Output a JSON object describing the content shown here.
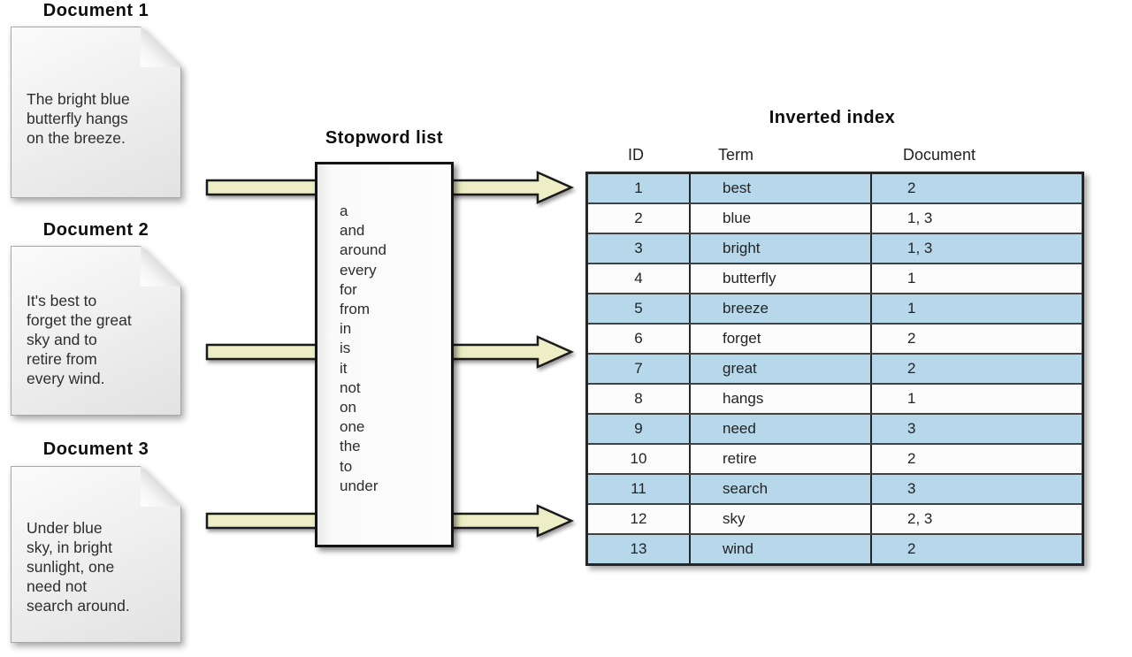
{
  "documents": [
    {
      "label": "Document 1",
      "lines": [
        "The bright blue",
        "butterfly hangs",
        "on the breeze."
      ]
    },
    {
      "label": "Document 2",
      "lines": [
        "It's best to",
        "forget the great",
        "sky and to",
        "retire from",
        "every wind."
      ]
    },
    {
      "label": "Document 3",
      "lines": [
        "Under blue",
        "sky, in bright",
        "sunlight, one",
        "need not",
        "search around."
      ]
    }
  ],
  "stopword_list": {
    "title": "Stopword list",
    "words": [
      "a",
      "and",
      "around",
      "every",
      "for",
      "from",
      "in",
      "is",
      "it",
      "not",
      "on",
      "one",
      "the",
      "to",
      "under"
    ]
  },
  "inverted_index": {
    "title": "Inverted index",
    "columns": [
      "ID",
      "Term",
      "Document"
    ],
    "rows": [
      {
        "id": "1",
        "term": "best",
        "document": "2"
      },
      {
        "id": "2",
        "term": "blue",
        "document": "1, 3"
      },
      {
        "id": "3",
        "term": "bright",
        "document": "1, 3"
      },
      {
        "id": "4",
        "term": "butterfly",
        "document": "1"
      },
      {
        "id": "5",
        "term": "breeze",
        "document": "1"
      },
      {
        "id": "6",
        "term": "forget",
        "document": "2"
      },
      {
        "id": "7",
        "term": "great",
        "document": "2"
      },
      {
        "id": "8",
        "term": "hangs",
        "document": "1"
      },
      {
        "id": "9",
        "term": "need",
        "document": "3"
      },
      {
        "id": "10",
        "term": "retire",
        "document": "2"
      },
      {
        "id": "11",
        "term": "search",
        "document": "3"
      },
      {
        "id": "12",
        "term": "sky",
        "document": "2, 3"
      },
      {
        "id": "13",
        "term": "wind",
        "document": "2"
      }
    ]
  },
  "colors": {
    "row_highlight": "#b7d8ea",
    "row_plain": "#fcfcfc",
    "arrow_fill": "#eeeec6",
    "table_border": "#262626"
  }
}
